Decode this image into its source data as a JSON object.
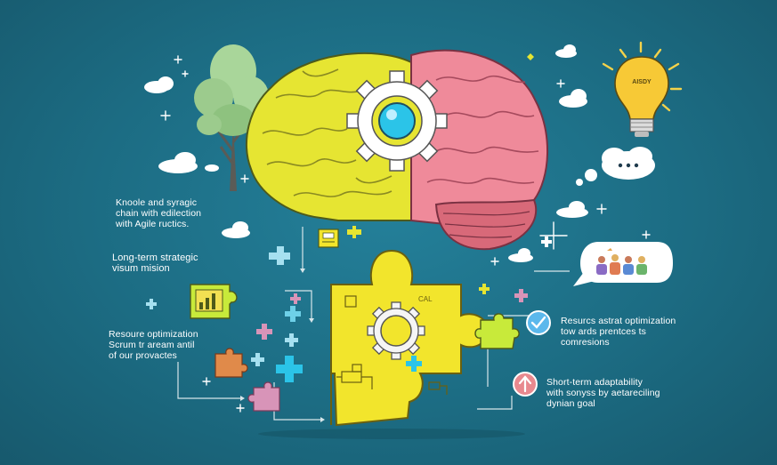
{
  "labels": {
    "left_top": [
      "Knoole and syragic",
      "chain with edilection",
      "with Agile ructics."
    ],
    "left_mid": [
      "Long-term strategic",
      "visum mision"
    ],
    "left_low": [
      "Resoure optimization",
      "Scrum tr aream antil",
      "of our provactes"
    ],
    "right_top": [
      "Resurcs astrat optimization",
      "tow ards prentces ts",
      "comresions"
    ],
    "right_low": [
      "Short-term adaptability",
      "with sonyss by aetareciling",
      "dynian goal"
    ]
  },
  "icons": {
    "lightbulb_text": "AISDY",
    "puzzle_tag": "CAL"
  },
  "colors": {
    "background": "#1e6f86",
    "brain_left": "#e6e532",
    "brain_right": "#ef8a9a",
    "puzzle": "#f2e52c",
    "gear": "#ffffff",
    "accent_cyan": "#2bc4e8"
  }
}
